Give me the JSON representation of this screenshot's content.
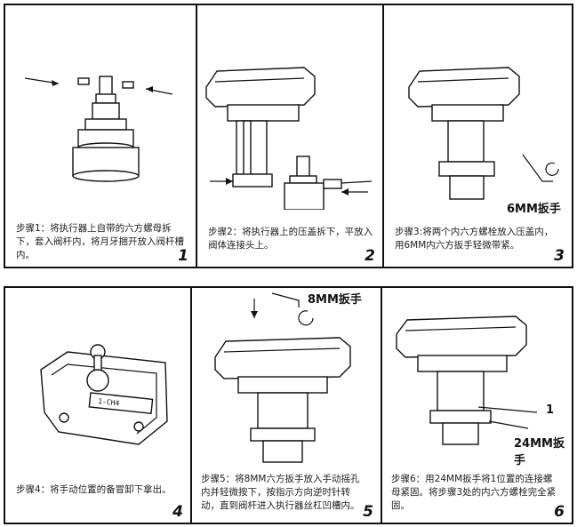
{
  "steps": [
    {
      "text": "步骤1：将执行器上自带的六方螺母拆下，套入阀杆内，将月牙捆开放入阀杆槽内。",
      "number": "1"
    },
    {
      "text": "步骤2：将执行器上的压盖拆下，平放入阀体连接头上。",
      "number": "2"
    },
    {
      "text": "步骤3:将两个内六方螺栓放入压盖内，用6MM内六方扳手轻微带紧。",
      "number": "3",
      "tool_label": "6MM扳手"
    },
    {
      "text": "步骤4：将手动位置的备冒卸下拿出。",
      "number": "4",
      "display": "1-CH4"
    },
    {
      "text": "步骤5：将8MM六方扳手放入手动摇孔内并轻微按下，按指示方向逆时针转动，直到阀杆进入执行器丝杠凹槽内。",
      "number": "5",
      "tool_label": "8MM扳手"
    },
    {
      "text": "步骤6：用24MM扳手将1位置的连接螺母紧固。将步骤3处的内六方螺栓完全紧固。",
      "number": "6",
      "tool_label": "24MM扳手",
      "callout": "1"
    }
  ]
}
